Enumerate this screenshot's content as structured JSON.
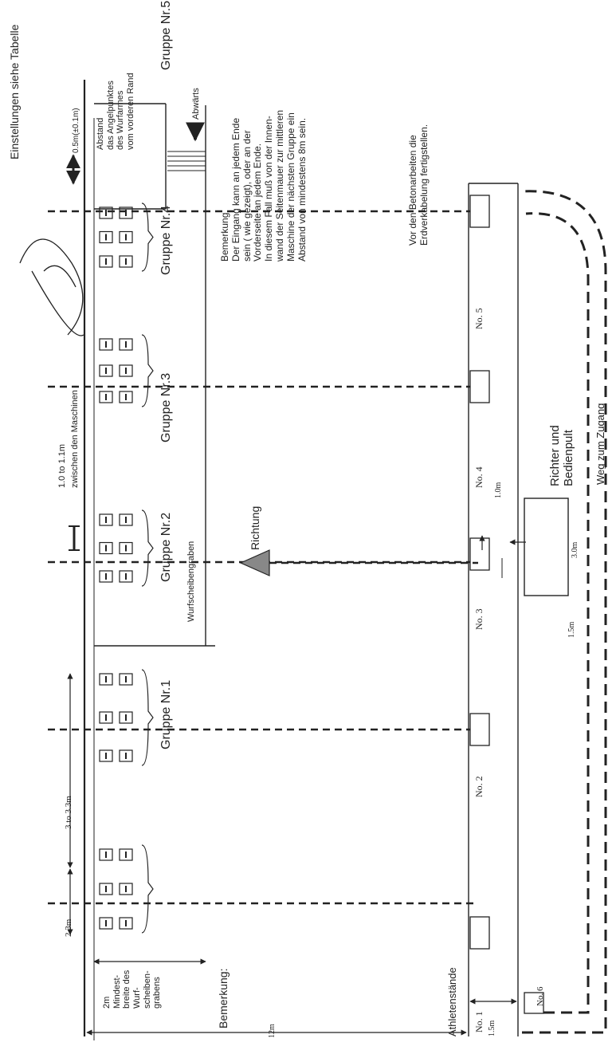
{
  "title": "Einstellungen siehe Tabelle",
  "groups": [
    "Gruppe Nr.1",
    "Gruppe Nr.2",
    "Gruppe Nr.3",
    "Gruppe Nr.4",
    "Gruppe Nr.5"
  ],
  "machine_spacing": {
    "value": "1.0 to 1.1m",
    "label": "zwischen den Maschinen"
  },
  "top_dims": {
    "a": "2.3m",
    "b": "3 to 3.3m"
  },
  "offset_dim": "0.5m(±0.1m)",
  "pivot_note": "Abstand\ndas Angelpunktes\ndes Wurfarmes\nvom vorderen Rand",
  "downward": "Abwärts",
  "trench_label": "Wurfscheibengraben",
  "direction": "Richtung",
  "trench_width": "2m\nMindest-\nbreite des\nWurf-\nscheiben-\ngrabens",
  "remark_heading": "Bemerkung:",
  "remark1": "Bemerkung\nDer Eingang kann an jedem Ende\nsein ( wie gezeigt), oder an der\nVorderseite an jedem Ende.\nIn diesem Fall muß von der Innen-\nwand der Seitenmauer zur mittleren\nMaschine der nächsten Gruppe ein\nAbstand von mindestens 8m sein.",
  "remark2": "Vor den Betonarbeiten die\nErdverkabelung fertigstellen.",
  "total_dim": "12m",
  "stands_label": "Athletenstände",
  "stands": [
    "No. 1",
    "No. 2",
    "No. 3",
    "No. 4",
    "No. 5",
    "No. 6"
  ],
  "stand_dims": {
    "gap": "1.0m",
    "walkway": "1.5m"
  },
  "judge": {
    "label": "Richter und\nBedienpult",
    "w": "1.5m",
    "d": "3.0m"
  },
  "path_label": "Weg zum Zugang",
  "colors": {
    "ink": "#222222",
    "bg": "#ffffff"
  }
}
